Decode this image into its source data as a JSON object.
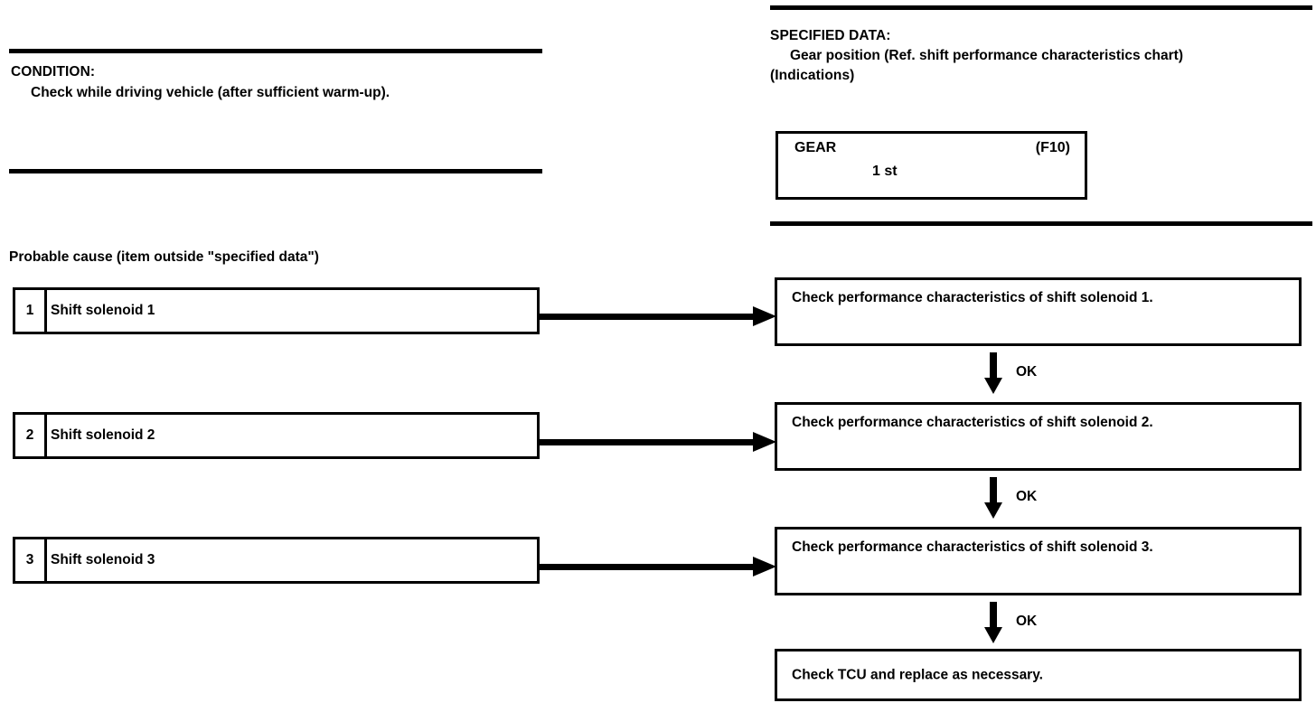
{
  "left": {
    "condition": {
      "heading": "CONDITION:",
      "body": "Check while driving vehicle (after sufficient warm-up)."
    },
    "probable_cause_title": "Probable cause (item outside \"specified data\")",
    "causes": [
      {
        "number": "1",
        "label": "Shift solenoid 1"
      },
      {
        "number": "2",
        "label": "Shift solenoid 2"
      },
      {
        "number": "3",
        "label": "Shift solenoid 3"
      }
    ]
  },
  "right": {
    "specified_data": {
      "heading": "SPECIFIED DATA:",
      "body": "Gear position (Ref. shift performance characteristics chart)",
      "indications_label": "(Indications)"
    },
    "gear_display": {
      "title": "GEAR",
      "code": "(F10)",
      "value": "1 st"
    },
    "actions": [
      {
        "text": "Check performance characteristics of shift solenoid 1."
      },
      {
        "text": "Check performance characteristics of shift solenoid 2."
      },
      {
        "text": "Check performance characteristics of shift solenoid 3."
      },
      {
        "text": "Check TCU and replace as necessary."
      }
    ],
    "flow_labels": {
      "ok": "OK"
    }
  },
  "colors": {
    "ink": "#000000",
    "paper": "#ffffff"
  }
}
